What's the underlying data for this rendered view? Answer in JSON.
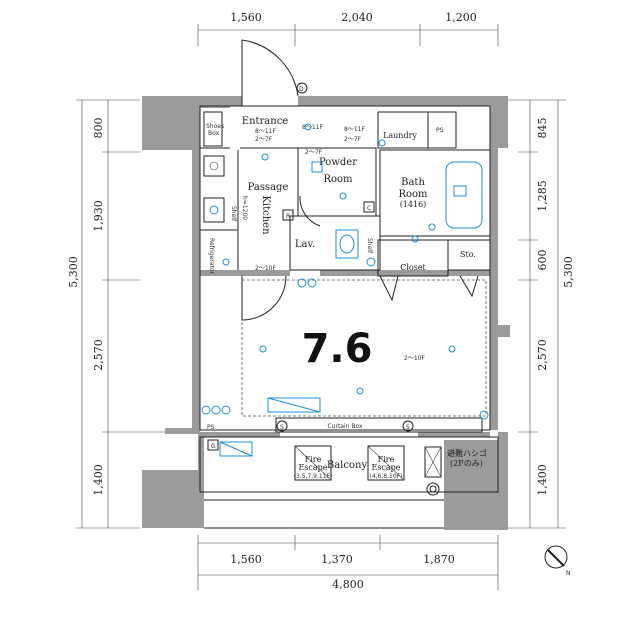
{
  "dimensions": {
    "top": [
      "1,560",
      "2,040",
      "1,200"
    ],
    "bottom": [
      "1,560",
      "1,370",
      "1,870"
    ],
    "bottom_total": "4,800",
    "left": [
      "800",
      "1,930",
      "2,570",
      "1,400"
    ],
    "left_total": "5,300",
    "right": [
      "845",
      "1,285",
      "600",
      "2,570",
      "1,400"
    ],
    "right_total": "5,300"
  },
  "rooms": {
    "entrance": "Entrance",
    "passage": "Passage",
    "kitchen": "Kitchen",
    "powder_room_line1": "Powder",
    "powder_room_line2": "Room",
    "bath_room_line1": "Bath",
    "bath_room_line2": "Room",
    "bath_size": "(1416)",
    "lav": "Lav.",
    "closet": "Closet",
    "sto": "Sto.",
    "laundry": "Laundry",
    "ps_top": "PS",
    "ps_bottom": "PS",
    "balcony": "Balcony",
    "curtain_box": "Curtain Box",
    "fire_escape_1_line1": "Fire",
    "fire_escape_1_line2": "Escape",
    "fire_escape_1_floors": "(3,5,7,9,11F)",
    "fire_escape_2_line1": "Fire",
    "fire_escape_2_line2": "Escape",
    "fire_escape_2_floors": "(4,6,8,10F)",
    "ladder_line1": "避難ハシゴ",
    "ladder_line2": "(2Fのみ)",
    "refrigerator": "Refrigerator",
    "shelf_kitchen": "Shelf",
    "shelf_lav": "Shelf",
    "shoes_box_line1": "Shoes",
    "shoes_box_line2": "Box",
    "main_room_area": "7.6"
  },
  "markers": {
    "ceiling_entrance": "8～11F",
    "ceiling_entrance_2": "2～7F",
    "ceiling_powder": "8～11F",
    "ceiling_powder_2": "2～7F",
    "ceiling_laundry": "8～11F",
    "ceiling_laundry_2": "2～7F",
    "ceiling_kitchen": "2～10F",
    "ceiling_main": "2～10F",
    "height_kitchen": "h=1200",
    "letter_c": "C",
    "letter_r": "R",
    "letter_g": "G",
    "letter_d": "D",
    "letter_s1": "S",
    "letter_s2": "S"
  },
  "colors": {
    "wall": "#9b9b9b",
    "equipment": "#1d8fd6",
    "line": "#222222"
  },
  "icons": [
    "north-arrow-icon",
    "ladder-icon",
    "drain-icon"
  ]
}
